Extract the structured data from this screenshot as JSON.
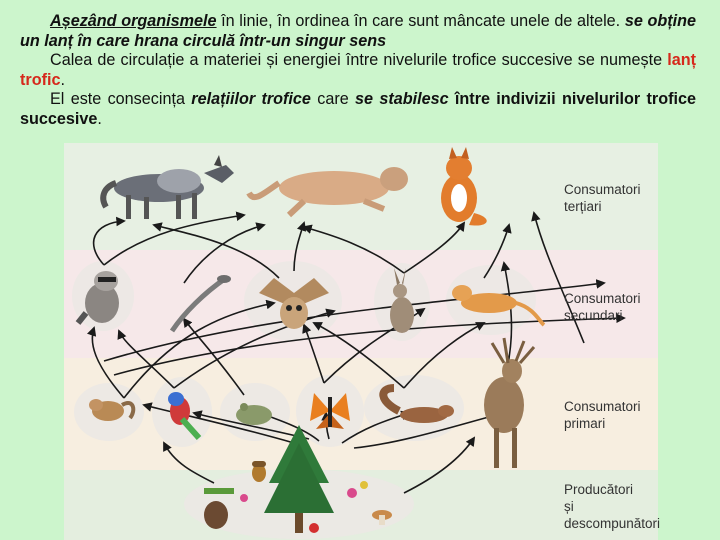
{
  "text": {
    "p1_a": "Așezând organismele",
    "p1_b": " în linie, în ordinea în care sunt mâncate unele de altele. ",
    "p1_c": "se obține un lanț în care hrana circulă într-un singur sens",
    "p2_a": "Calea de circulație a materiei și energiei între nivelurile trofice succesive se numește ",
    "p2_b": "lanț trofic",
    "p2_c": ".",
    "p3_a": "El este consecința ",
    "p3_b": "relațiilor trofice",
    "p3_c": " care ",
    "p3_d": "se stabilesc",
    "p3_e": " între indivizii nivelurilor trofice succesive",
    "p3_f": "."
  },
  "levels": {
    "tertiary": {
      "line1": "Consumatori",
      "line2": "terțiari"
    },
    "secondary": {
      "line1": "Consumatori",
      "line2": "secundari"
    },
    "primary": {
      "line1": "Consumatori",
      "line2": "primari"
    },
    "producers": {
      "line1": "Producători",
      "line2": "și",
      "line3": "descompunători"
    }
  },
  "organisms": {
    "tertiary": [
      "wolf",
      "cougar",
      "fox"
    ],
    "secondary": [
      "raccoon",
      "lizard",
      "owl",
      "rabbit",
      "weasel"
    ],
    "primary": [
      "chipmunk",
      "bird",
      "frog",
      "butterfly",
      "squirrel",
      "deer"
    ],
    "producers": [
      "tree",
      "acorn",
      "pinecone",
      "flowers",
      "mushroom",
      "ladybug"
    ]
  },
  "colors": {
    "page_bg": "#ccf5cc",
    "highlight": "#d6281b",
    "band_tertiary": "#e7f0e3",
    "band_secondary": "#f6e8e9",
    "band_primary": "#f7eee0",
    "band_producers": "#e4eedf",
    "arrow": "#1a1a1a"
  }
}
